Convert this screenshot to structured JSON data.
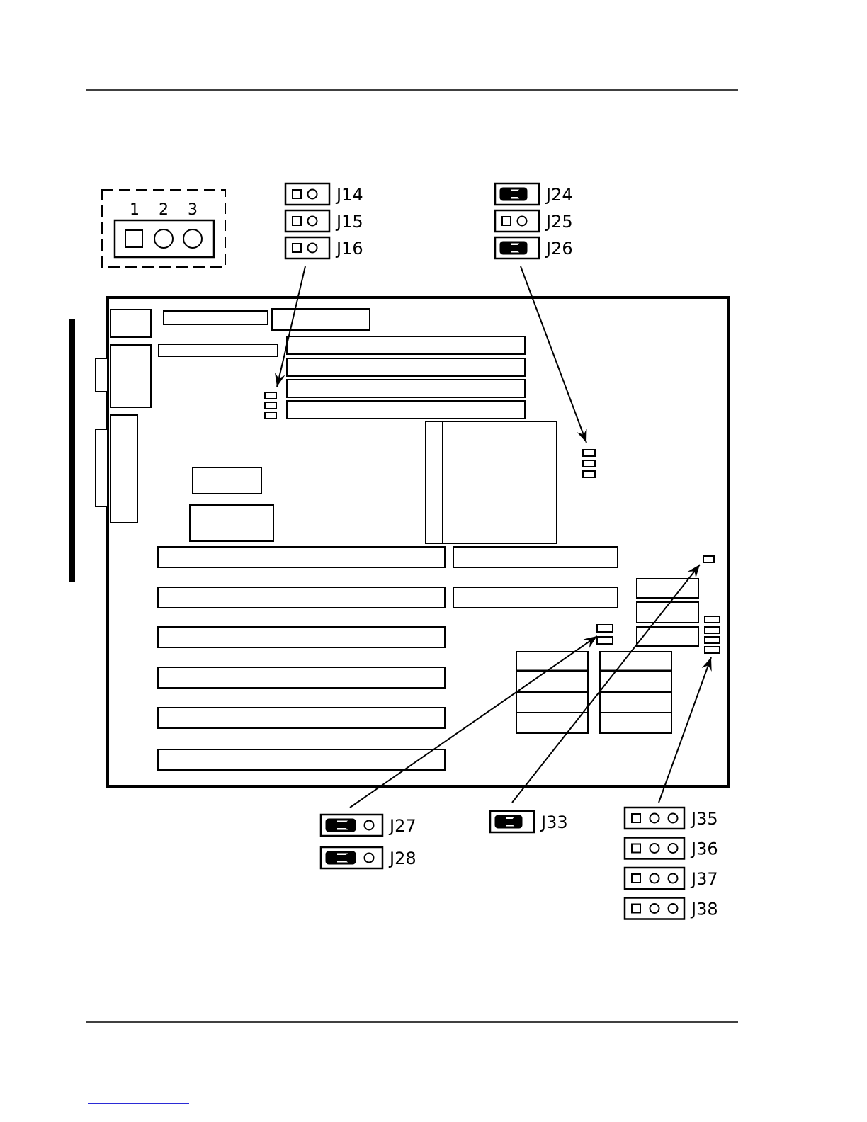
{
  "legend": {
    "pin_numbers": [
      "1",
      "2",
      "3"
    ]
  },
  "jumpers": {
    "top_left": [
      {
        "label": "J14",
        "pins": 2,
        "jumpered": false
      },
      {
        "label": "J15",
        "pins": 2,
        "jumpered": false
      },
      {
        "label": "J16",
        "pins": 2,
        "jumpered": false
      }
    ],
    "top_right": [
      {
        "label": "J24",
        "pins": 2,
        "jumpered": true
      },
      {
        "label": "J25",
        "pins": 2,
        "jumpered": false
      },
      {
        "label": "J26",
        "pins": 2,
        "jumpered": true
      }
    ],
    "bottom_left": [
      {
        "label": "J27",
        "pins": 3,
        "jumpered": true
      },
      {
        "label": "J28",
        "pins": 3,
        "jumpered": true
      }
    ],
    "bottom_middle": [
      {
        "label": "J33",
        "pins": 2,
        "jumpered": true
      }
    ],
    "bottom_right": [
      {
        "label": "J35",
        "pins": 3,
        "jumpered": false
      },
      {
        "label": "J36",
        "pins": 3,
        "jumpered": false
      },
      {
        "label": "J37",
        "pins": 3,
        "jumpered": false
      },
      {
        "label": "J38",
        "pins": 3,
        "jumpered": false
      }
    ]
  }
}
